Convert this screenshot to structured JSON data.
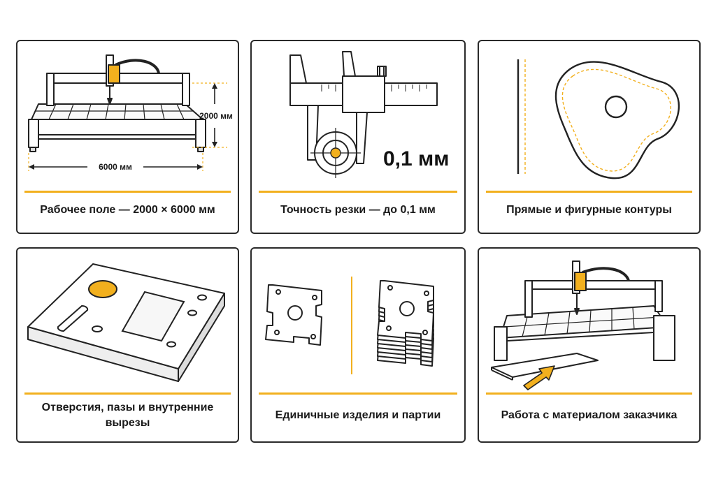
{
  "accent_color": "#f2b01e",
  "cards": [
    {
      "id": "work-area",
      "caption": "Рабочее поле — 2000 × 6000 мм",
      "dims": {
        "width": "6000 мм",
        "height": "2000 мм"
      }
    },
    {
      "id": "precision",
      "caption": "Точность резки — до 0,1 мм",
      "value": "0,1 мм"
    },
    {
      "id": "contours",
      "caption": "Прямые и фигурные контуры"
    },
    {
      "id": "holes",
      "caption": "Отверстия, пазы и внутренние вырезы"
    },
    {
      "id": "batches",
      "caption": "Единичные изделия и партии"
    },
    {
      "id": "material",
      "caption": "Работа с материалом заказчика"
    }
  ]
}
